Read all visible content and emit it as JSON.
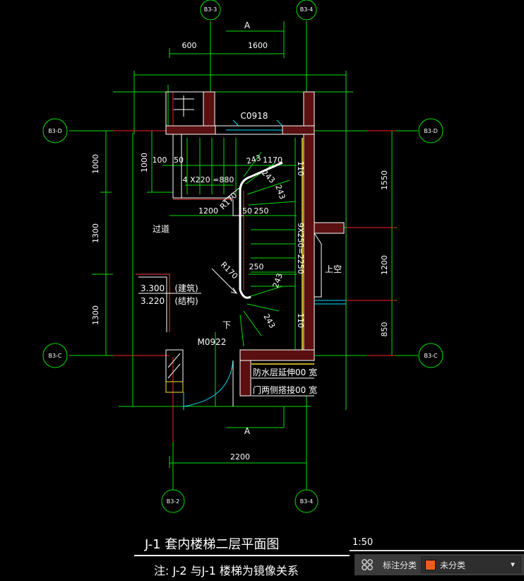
{
  "axes": {
    "top_left": "B3-3",
    "top_right": "B3-4",
    "left_top": "B3-D",
    "left_bottom": "B3-C",
    "right_top": "B3-D",
    "right_bottom": "B3-C",
    "bottom_left": "B3-2",
    "bottom_right": "B3-4"
  },
  "section_marks": {
    "top": "A",
    "bottom": "A"
  },
  "dimensions": {
    "top_600": "600",
    "top_1600": "1600",
    "bottom_2200": "2200",
    "left_1000": "1000",
    "left_1300a": "1300",
    "left_1300b": "1300",
    "inner_1000": "1000",
    "right_1550": "1550",
    "right_1200": "1200",
    "right_850": "850",
    "d100": "100",
    "d50a": "50",
    "d1170": "1170",
    "d1200": "1200",
    "d50b": "50",
    "d250a": "250",
    "d250b": "250",
    "d243a": "243",
    "d243b": "243",
    "d243c": "243",
    "d243d": "243",
    "d243e": "243",
    "d110a": "110",
    "d110b": "110",
    "steps": "4 X220 =880",
    "steps_vert": "9X250=2250",
    "r170a": "R170",
    "r170b": "R170"
  },
  "labels": {
    "window": "C0918",
    "door": "M0922",
    "corridor": "过道",
    "void": "上空",
    "down": "下",
    "elev_arch": "3.300",
    "elev_arch_note": "(建筑)",
    "elev_struct": "3.220",
    "elev_struct_note": "(结构)",
    "waterproof": "防水层延伸00  宽",
    "door_sides": "门两侧搭接00  宽"
  },
  "title": "J-1  套内楼梯二层平面图",
  "scale": "1:50",
  "note": "注: J-2  与J-1  楼梯为镜像关系",
  "statusbar": {
    "label": "标注分类",
    "selected": "未分类",
    "swatch_color": "#e8601c"
  }
}
